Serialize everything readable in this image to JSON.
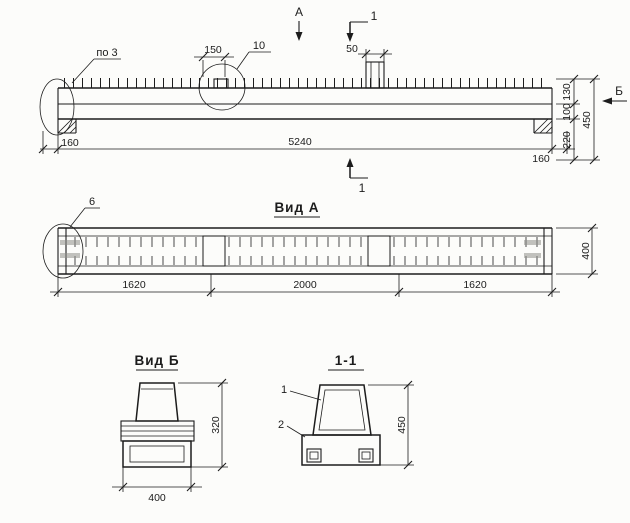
{
  "sheet": {
    "ink": "#1c1c1c",
    "paper": "#fcfcfa"
  },
  "elevation": {
    "marker_a": "А",
    "marker_1_top": "1",
    "marker_1_bottom": "1",
    "view_arrow_b": "Б",
    "callout_po3": "по 3",
    "callout_10": "10",
    "dims": {
      "d150": "150",
      "d50": "50",
      "d130": "130",
      "d100": "100",
      "d450": "450",
      "d220": "220",
      "d160_left": "160",
      "d5240": "5240",
      "d160_right": "160"
    }
  },
  "view_a": {
    "title": "Вид А",
    "callout_6": "6",
    "dims": {
      "seg_left": "1620",
      "seg_middle": "2000",
      "seg_right": "1620",
      "width": "400"
    }
  },
  "view_b": {
    "title": "Вид Б",
    "dims": {
      "height": "320",
      "width": "400"
    }
  },
  "section_1_1": {
    "title": "1-1",
    "pos_1": "1",
    "pos_2": "2",
    "dims": {
      "height": "450"
    }
  }
}
